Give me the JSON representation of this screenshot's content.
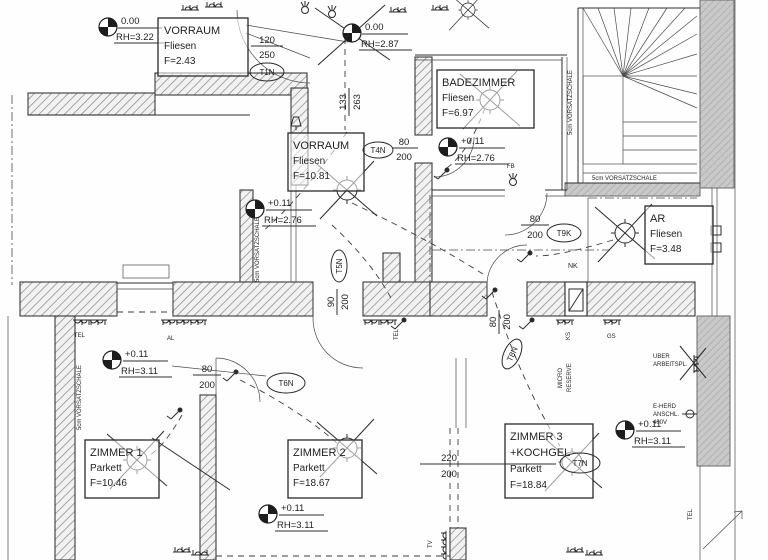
{
  "rooms": {
    "vorraum_klein": {
      "name": "VORRAUM",
      "floor": "Fliesen",
      "area": "F=2.43"
    },
    "vorraum": {
      "name": "VORRAUM",
      "floor": "Fliesen",
      "area": "F=10.81"
    },
    "badezimmer": {
      "name": "BADEZIMMER",
      "floor": "Fliesen",
      "area": "F=6.97"
    },
    "ar": {
      "name": "AR",
      "floor": "Fliesen",
      "area": "F=3.48"
    },
    "zimmer1": {
      "name": "ZIMMER 1",
      "floor": "Parkett",
      "area": "F=10.46"
    },
    "zimmer2": {
      "name": "ZIMMER 2",
      "floor": "Parkett",
      "area": "F=18.67"
    },
    "zimmer3": {
      "name": "ZIMMER 3",
      "name2": "+KOCHGEL",
      "floor": "Parkett",
      "area": "F=18.84"
    }
  },
  "levels": {
    "eingang_klein": {
      "value": "0.00",
      "rh": "RH=3.22"
    },
    "eingang": {
      "value": "0.00",
      "rh": "RH=2.87"
    },
    "badezimmer": {
      "value": "+0.11",
      "rh": "RH=2.76"
    },
    "vorraum": {
      "value": "+0.11",
      "rh": "RH=2.76"
    },
    "zimmer1": {
      "value": "+0.11",
      "rh": "RH=3.11"
    },
    "zimmer2": {
      "value": "+0.11",
      "rh": "RH=3.11"
    },
    "zimmer3": {
      "value": "+0.11",
      "rh": "RH=3.11"
    }
  },
  "doors": {
    "t1n": {
      "width": "120",
      "height": "250",
      "tag": "T1N"
    },
    "entry_dim": {
      "width": "133",
      "height": "263"
    },
    "t4n": {
      "width": "80",
      "height": "200",
      "tag": "T4N"
    },
    "t5n": {
      "width": "90",
      "height": "200",
      "tag": "T5N"
    },
    "t6n": {
      "width": "80",
      "height": "200",
      "tag": "T6N"
    },
    "t7n": {
      "width": "220",
      "height": "200",
      "tag": "T7N"
    },
    "t8n": {
      "width": "80",
      "height": "200",
      "tag": "T8N"
    },
    "t9k": {
      "width": "80",
      "height": "200",
      "tag": "T9K"
    }
  },
  "labels": {
    "vorsatzschale": "5cm VORSATZSCHALE",
    "nk": "NK",
    "tel": "TEL",
    "al": "AL",
    "tv": "TV",
    "fb": "FB",
    "ks": "KS",
    "gs": "GS",
    "micro": "MICRO",
    "reserve": "RESERVE",
    "ueber_line1": "UBER",
    "ueber_line2": "ARBEITSPL.",
    "eherd_line1": "E-HERD",
    "eherd_line2": "ANSCHL.",
    "eherd_line3": "400V"
  }
}
